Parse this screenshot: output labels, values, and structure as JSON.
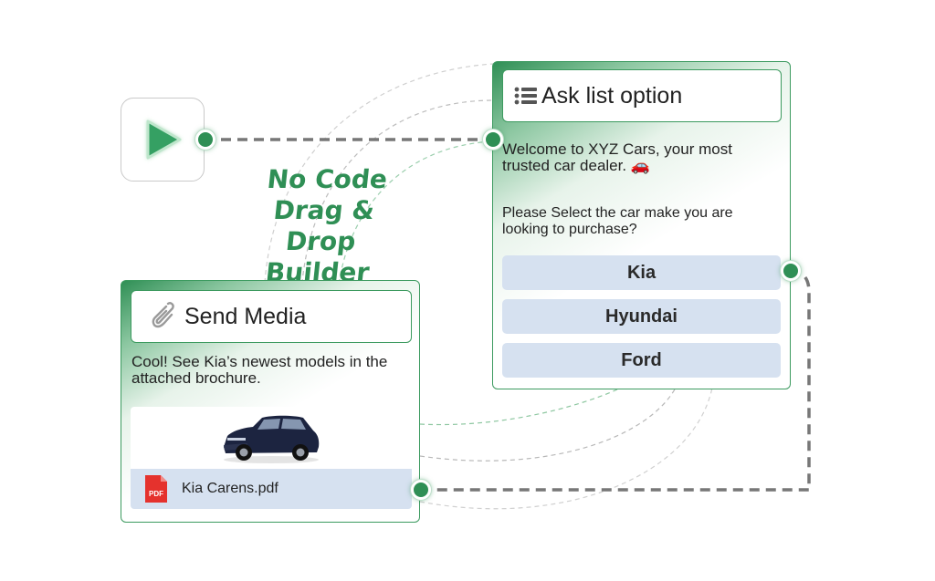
{
  "tagline": {
    "line1": "No Code",
    "line2": "Drag & Drop",
    "line3": "Builder"
  },
  "start_node": {
    "icon": "play-icon"
  },
  "ask_list": {
    "title": "Ask list option",
    "icon": "list-icon",
    "message": "Welcome to XYZ Cars, your most trusted car dealer.",
    "message_emoji": "🚗",
    "question": "Please Select the car make you are looking to purchase?",
    "options": [
      "Kia",
      "Hyundai",
      "Ford"
    ]
  },
  "send_media": {
    "title": "Send Media",
    "icon": "paperclip-icon",
    "message": "Cool! See Kia’s newest models in the attached brochure.",
    "file_name": "Kia Carens.pdf",
    "file_icon_label": "PDF"
  },
  "colors": {
    "accent": "#2f8f55",
    "option_bg": "#d6e1f0",
    "connector": "#777777"
  }
}
